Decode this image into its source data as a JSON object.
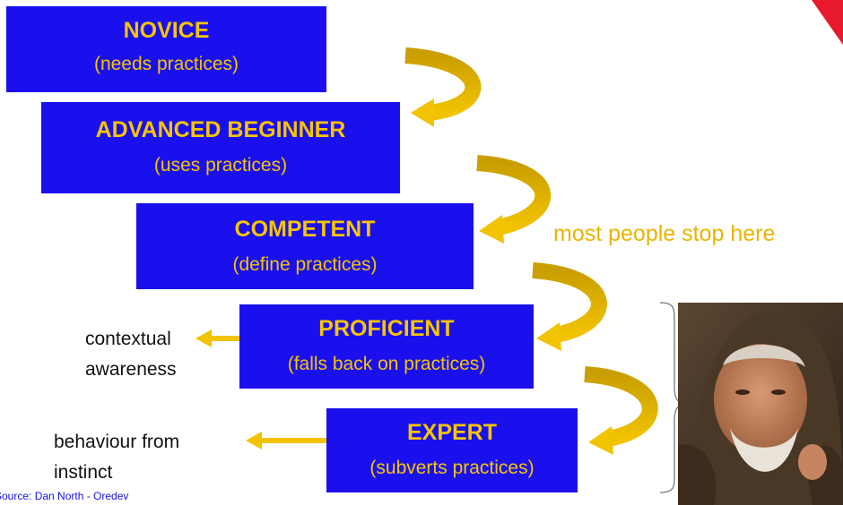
{
  "levels": [
    {
      "title": "NOVICE",
      "subtitle": "(needs practices)"
    },
    {
      "title": "ADVANCED BEGINNER",
      "subtitle": "(uses practices)"
    },
    {
      "title": "COMPETENT",
      "subtitle": "(define practices)"
    },
    {
      "title": "PROFICIENT",
      "subtitle": "(falls back on practices)"
    },
    {
      "title": "EXPERT",
      "subtitle": "(subverts practices)"
    }
  ],
  "annotations": {
    "stop_note": "most people stop here",
    "proficient_side_1": "contextual",
    "proficient_side_2": "awareness",
    "expert_side_1": "behaviour from",
    "expert_side_2": "instinct"
  },
  "source": "Source: Dan North - Oredev",
  "colors": {
    "box_fill": "#1a10ee",
    "box_text": "#f6c500",
    "arrow": "#e8b800",
    "note_text": "#eab400",
    "corner_accent": "#e8192c"
  },
  "image": {
    "subject": "hooded bearded man photo"
  }
}
